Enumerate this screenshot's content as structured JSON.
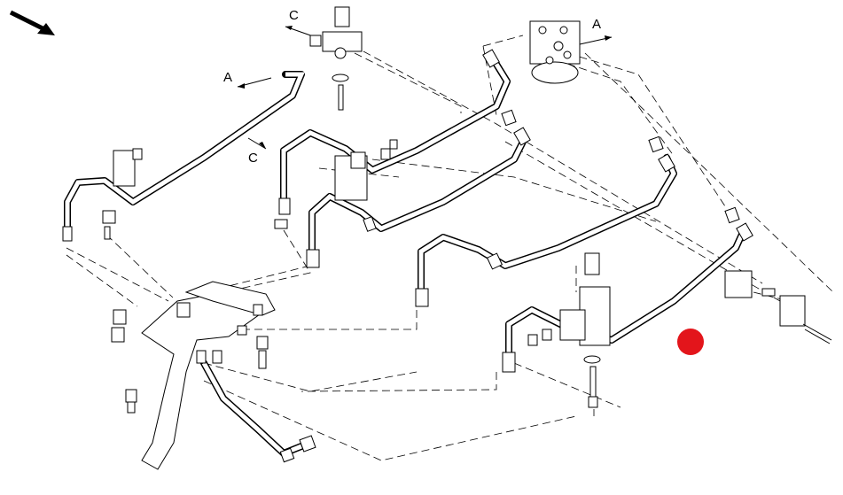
{
  "labels": {
    "a_left": "A",
    "a_right": "A",
    "c_top": "C",
    "c_left": "C"
  },
  "colors": {
    "marker": "#e3151b",
    "line": "#000000",
    "background": "#ffffff"
  },
  "icons": {
    "direction_arrow": "arrow-down-right-icon",
    "marker": "red-dot-marker"
  }
}
